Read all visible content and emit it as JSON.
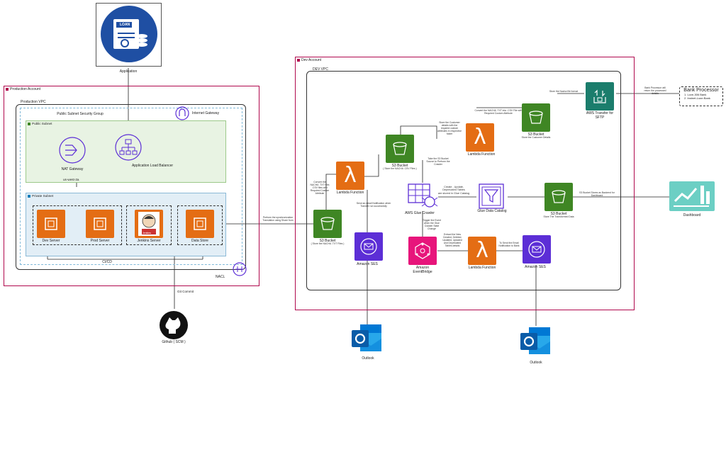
{
  "application": {
    "label": "Application",
    "icon": "loan-document-icon",
    "badge": "LOAN"
  },
  "production": {
    "account": "Production Account",
    "vpc": "Production VPC",
    "security_group": "Public Subnet Security Group",
    "internet_gateway": "Internet Gateway",
    "public_subnet": "Public Subnet",
    "nat": "NAT Gateway",
    "alb": "Application Load Balancer",
    "az": "us-west-2a",
    "private_subnet": "Private Subnet",
    "dev_server": "Dev Server",
    "prod_server": "Prod Server",
    "jenkins": "Jenkins Server",
    "jenkins_badge": "Jenkins",
    "data_store": "Data Store",
    "cicd": "CI/CD",
    "nacl": "NACL"
  },
  "github": {
    "label": "Github ( SCM )",
    "commit": "Git Commit"
  },
  "transfer_note": "Perform the synchronization\nTranslation using Share from",
  "dev": {
    "account": "Dev Account",
    "vpc": "DEV VPC",
    "s3_raw": {
      "label": "S3 Bucket",
      "sub": "( Store the NACHA .TXT Files )"
    },
    "lambda1": {
      "label": "Lambda Function",
      "note": "Convert the\nNACHA .TXT files\n.CSV files with\nRequired Custom\nAttribute"
    },
    "s3_csv": {
      "label": "S3 Bucket",
      "sub": "( Store the NACHA .CSV Files )"
    },
    "ses1": {
      "label": "Amazon SES",
      "note": "Send an email Notification when\nTransfer run successfully"
    },
    "lambda2": {
      "label": "Lambda Function",
      "note": "Store the Customer\ndetails with the\nrequired custom\nattributes in respective\nfolder"
    },
    "lambda2_top_note": "Convert the NACHA .TXT into .CSV File with\nRequired Custom Attribute",
    "s3_cust": {
      "label": "S3 Bucket",
      "sub": "Store the Customer Details"
    },
    "sftp": {
      "label": "AWS Transfer for\nSFTP",
      "note": "Store the Nacha file format"
    },
    "bank_note": "Bank Processor will\nreturn the processed\ndetails",
    "bank": {
      "title": "Bank Processor",
      "items": [
        "1. Love-306 Bank",
        "2. Instnet-Loan Bank"
      ]
    },
    "glue_note": "Take the S3 Bucket\nSource to Perform the\nCrawler",
    "glue_crawler": {
      "label": "AWS Glue  Crawler",
      "note": "Create , Update,\nDeprecated Tables\nare stored in Glue Catalog"
    },
    "glue_catalog": {
      "label": "Glue Data Catalog"
    },
    "s3_final": {
      "label": "S3 Bucket",
      "sub": "Store The Transformed Data"
    },
    "dashboard_note": "S3 Bucket Stores as Backend for\nDashboard",
    "dashboard": {
      "label": "Dashboard"
    },
    "eventbridge": {
      "label": "Amazon\nEventBridge",
      "note": "Trigger the Event\nwhen the Glue\nCrawler State\nChange"
    },
    "lambda3": {
      "label": "Lambda Function",
      "note": "Extract the New\nCreated, Deleted,\nUpdated, Updated\nand Deprecated\nTables details"
    },
    "ses2": {
      "label": "Amazon SES",
      "note": "To Send the Email\nNotification to Bank"
    }
  },
  "outlook1": {
    "label": "Outlook"
  },
  "outlook2": {
    "label": "Outlook"
  }
}
